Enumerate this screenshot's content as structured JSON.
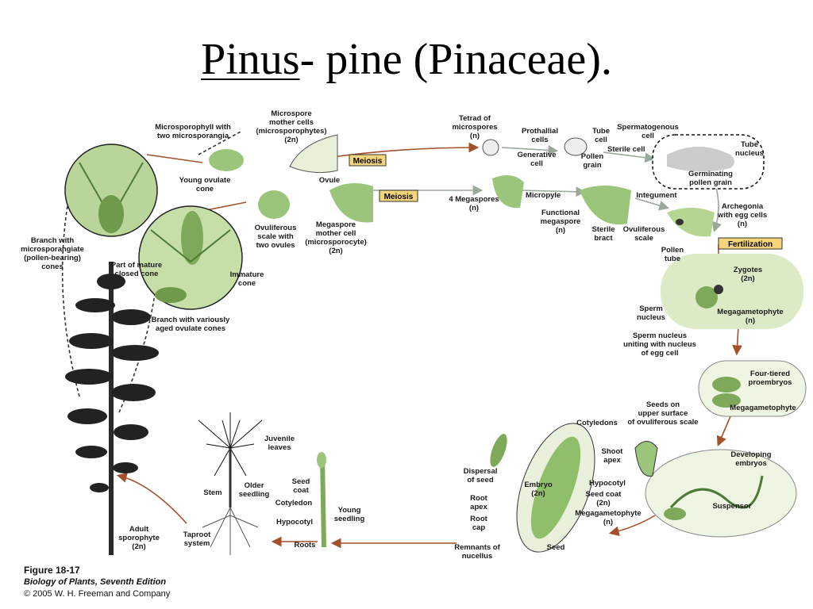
{
  "title": {
    "underlined": "Pinus",
    "rest": "- pine (Pinaceae)."
  },
  "labels": {
    "microsporophyll": [
      "Microsporophyll with",
      "two microsporangia"
    ],
    "microspore_mother": [
      "Microspore",
      "mother cells",
      "(microsporophytes)",
      "(2n)"
    ],
    "tetrad": [
      "Tetrad of",
      "microspores",
      "(n)"
    ],
    "prothallial": [
      "Prothallial",
      "cells"
    ],
    "tube_cell": [
      "Tube",
      "cell"
    ],
    "spermatogenous": [
      "Spermatogenous",
      "cell"
    ],
    "sterile_cell": "Sterile cell",
    "generative": [
      "Generative",
      "cell"
    ],
    "pollen_grain": [
      "Pollen",
      "grain"
    ],
    "tube_nucleus": [
      "Tube",
      "nucleus"
    ],
    "germinating": [
      "Germinating",
      "pollen grain"
    ],
    "young_ovulate": [
      "Young ovulate",
      "cone"
    ],
    "ovule": "Ovule",
    "four_megaspores": [
      "4 Megaspores",
      "(n)"
    ],
    "micropyle": "Micropyle",
    "integument": "Integument",
    "archegonia": [
      "Archegonia",
      "with egg cells",
      "(n)"
    ],
    "functional_megaspore": [
      "Functional",
      "megaspore",
      "(n)"
    ],
    "sterile_bract": [
      "Sterile",
      "bract"
    ],
    "ovuliferous_scale": [
      "Ovuliferous",
      "scale"
    ],
    "ovuliferous_two": [
      "Ovuliferous",
      "scale with",
      "two ovules"
    ],
    "megaspore_mother": [
      "Megaspore",
      "mother cell",
      "(microsporocyte)",
      "(2n)"
    ],
    "branch_micro": [
      "Branch with",
      "microsporangiate",
      "(pollen-bearing)",
      "cones"
    ],
    "part_mature": [
      "Part of mature",
      "closed cone"
    ],
    "immature_cone": [
      "Immature",
      "cone"
    ],
    "branch_ovulate": [
      "Branch with variously",
      "aged ovulate cones"
    ],
    "pollen_tube": [
      "Pollen",
      "tube"
    ],
    "zygotes": [
      "Zygotes",
      "(2n)"
    ],
    "sperm_nucleus": [
      "Sperm",
      "nucleus"
    ],
    "megagametophyte_n": [
      "Megagametophyte",
      "(n)"
    ],
    "sperm_uniting": [
      "Sperm nucleus",
      "uniting with nucleus",
      "of egg cell"
    ],
    "four_tiered": [
      "Four-tiered",
      "proembryos"
    ],
    "megagametophyte": "Megagametophyte",
    "seeds_on": [
      "Seeds on",
      "upper surface",
      "of ovuliferous scale"
    ],
    "cotyledons": "Cotyledons",
    "shoot_apex": [
      "Shoot",
      "apex"
    ],
    "developing": [
      "Developing",
      "embryos"
    ],
    "suspensor": "Suspensor",
    "dispersal": [
      "Dispersal",
      "of seed"
    ],
    "embryo": [
      "Embryo",
      "(2n)"
    ],
    "hypocotyl": "Hypocotyl",
    "seed_coat": [
      "Seed coat",
      "(2n)"
    ],
    "root_apex": [
      "Root",
      "apex"
    ],
    "root_cap": [
      "Root",
      "cap"
    ],
    "megagametophyte_seed": [
      "Megagametophyte",
      "(n)"
    ],
    "remnants": [
      "Remnants of",
      "nucellus"
    ],
    "seed": "Seed",
    "juvenile": [
      "Juvenile",
      "leaves"
    ],
    "stem": "Stem",
    "older_seedling": [
      "Older",
      "seedling"
    ],
    "seed_coat2": [
      "Seed",
      "coat"
    ],
    "cotyledon": "Cotyledon",
    "hypocotyl2": "Hypocotyl",
    "young_seedling": [
      "Young",
      "seedling"
    ],
    "roots": "Roots",
    "taproot": [
      "Taproot",
      "system"
    ],
    "adult": [
      "Adult",
      "sporophyte",
      "(2n)"
    ]
  },
  "boxes": {
    "meiosis1": "Meiosis",
    "meiosis2": "Meiosis",
    "fertilization": "Fertilization"
  },
  "caption": {
    "figure": "Figure 18-17",
    "book": "Biology of Plants, Seventh Edition",
    "copyright": "© 2005 W. H. Freeman and Company"
  },
  "colors": {
    "plant_green": "#8fbf6a",
    "light_green": "#dcebc5",
    "arrow": "#a4502a",
    "box_fill": "#f5d57a"
  }
}
